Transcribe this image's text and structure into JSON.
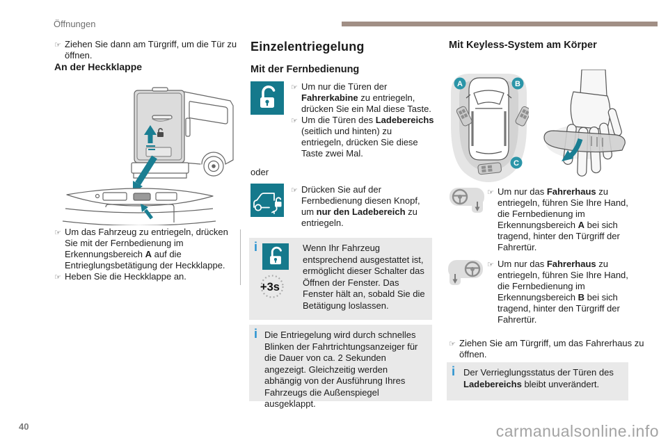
{
  "page": {
    "header_label": "Öffnungen",
    "page_number": "40",
    "watermark": "carmanualsonline.info"
  },
  "icons": {
    "pointer": "☞",
    "info": "i"
  },
  "colors": {
    "teal_icon": "#15798c",
    "zone_circle": "#2b95a8",
    "arrow_teal": "#1a7e92",
    "accent_bar": "#a18f85",
    "info_blue": "#2892d0",
    "note_background": "#e9e9e9"
  },
  "left": {
    "bullet_top": {
      "parts": [
        {
          "t": "Ziehen Sie dann am Türgriff, um die Tür zu öffnen."
        }
      ]
    },
    "heading": "An der Heckklappe",
    "bullets_bottom": [
      {
        "parts": [
          {
            "t": "Um das Fahrzeug zu entriegeln, drücken Sie mit der Fernbedienung im Erkennungsbereich "
          },
          {
            "t": "A",
            "b": true
          },
          {
            "t": " auf die Entrieglungsbetätigung der Heckklappe."
          }
        ]
      },
      {
        "parts": [
          {
            "t": "Heben Sie die Heckklappe an."
          }
        ]
      }
    ]
  },
  "middle": {
    "title": "Einzelentriegelung",
    "subtitle": "Mit der Fernbedienung",
    "remote_bullets": [
      {
        "parts": [
          {
            "t": "Um nur die Türen der "
          },
          {
            "t": "Fahrerkabine",
            "b": true
          },
          {
            "t": " zu entriegeln, drücken Sie ein Mal diese Taste."
          }
        ]
      },
      {
        "parts": [
          {
            "t": "Um die Türen des "
          },
          {
            "t": "Ladebereichs",
            "b": true
          },
          {
            "t": " (seitlich und hinten) zu entriegeln, drücken Sie diese Taste zwei Mal."
          }
        ]
      }
    ],
    "or_label": "oder",
    "cargo_bullet": {
      "parts": [
        {
          "t": "Drücken Sie auf der Fernbedienung diesen Knopf, um "
        },
        {
          "t": "nur den Ladebereich",
          "b": true
        },
        {
          "t": " zu entriegeln."
        }
      ]
    },
    "plus3s_label": "+3s",
    "window_note": "Wenn Ihr Fahrzeug entsprechend ausgestattet ist, ermöglicht dieser Schalter das Öffnen der Fenster. Das Fenster hält an, sobald Sie die Betätigung loslassen.",
    "blink_note": "Die Entriegelung wird durch schnelles Blinken der Fahrtrichtungsanzeiger für die Dauer von ca. 2 Sekunden angezeigt. Gleichzeitig werden abhängig von der Ausführung Ihres Fahrzeugs die Außenspiegel ausgeklappt."
  },
  "right": {
    "title": "Mit Keyless-System am Körper",
    "zone_labels": {
      "a": "A",
      "b": "B",
      "c": "C"
    },
    "bullet_zone_a": {
      "parts": [
        {
          "t": "Um nur das "
        },
        {
          "t": "Fahrerhaus",
          "b": true
        },
        {
          "t": " zu entriegeln, führen Sie Ihre Hand, die Fernbedienung im Erkennungsbereich "
        },
        {
          "t": "A",
          "b": true
        },
        {
          "t": " bei sich tragend, hinter den Türgriff der Fahrertür."
        }
      ]
    },
    "bullet_zone_b": {
      "parts": [
        {
          "t": "Um nur das "
        },
        {
          "t": "Fahrerhaus",
          "b": true
        },
        {
          "t": " zu entriegeln, führen Sie Ihre Hand, die Fernbedienung im Erkennungsbereich "
        },
        {
          "t": "B",
          "b": true
        },
        {
          "t": " bei sich tragend, hinter den Türgriff der Fahrertür."
        }
      ]
    },
    "bullet_open": {
      "parts": [
        {
          "t": "Ziehen Sie am Türgriff, um das Fahrerhaus zu öffnen."
        }
      ]
    },
    "lock_note": {
      "parts": [
        {
          "t": "Der Verrieglungsstatus der Türen des "
        },
        {
          "t": "Ladebereichs",
          "b": true
        },
        {
          "t": " bleibt unverändert."
        }
      ]
    }
  }
}
